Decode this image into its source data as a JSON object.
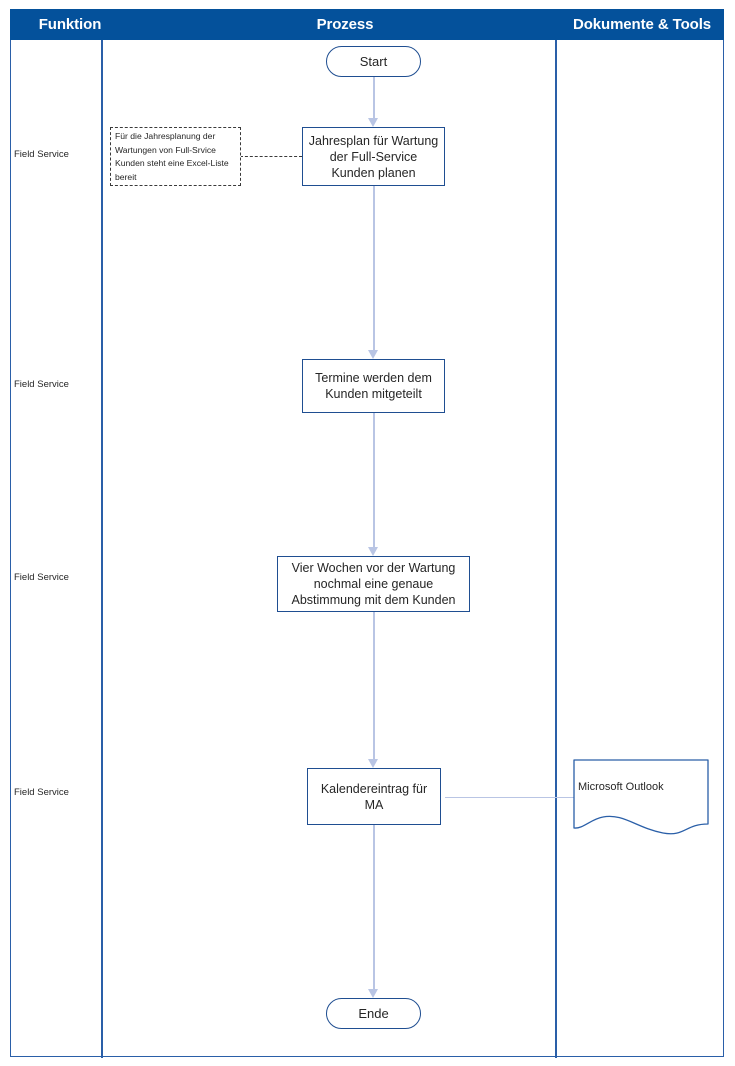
{
  "header": {
    "columns": [
      {
        "label": "Funktion"
      },
      {
        "label": "Prozess"
      },
      {
        "label": "Dokumente & Tools"
      }
    ]
  },
  "colors": {
    "header_background": "#04519b",
    "header_text": "#ffffff",
    "frame_border": "#2a5fa8",
    "node_border": "#1f4e91",
    "connector": "#b9c5e4",
    "note_border": "#3a3a3a",
    "text": "#262626"
  },
  "lanes": [
    {
      "role": "Field Service"
    },
    {
      "role": "Field Service"
    },
    {
      "role": "Field Service"
    },
    {
      "role": "Field Service"
    }
  ],
  "flow": {
    "start": {
      "label": "Start",
      "type": "terminator"
    },
    "steps": [
      {
        "label": "Jahresplan für Wartung der Full-Service Kunden planen",
        "type": "process"
      },
      {
        "label": "Termine werden dem Kunden mitgeteilt",
        "type": "process"
      },
      {
        "label": "Vier Wochen vor der Wartung nochmal eine genaue Abstimmung mit dem Kunden",
        "type": "process"
      },
      {
        "label": "Kalendereintrag für MA",
        "type": "process"
      }
    ],
    "end": {
      "label": "Ende",
      "type": "terminator"
    }
  },
  "annotations": [
    {
      "label": "Für die Jahresplanung der Wartungen von Full-Srvice Kunden steht eine Excel-Liste bereit",
      "type": "note-dashed"
    }
  ],
  "documents": [
    {
      "label": "Microsoft Outlook",
      "type": "document"
    }
  ]
}
